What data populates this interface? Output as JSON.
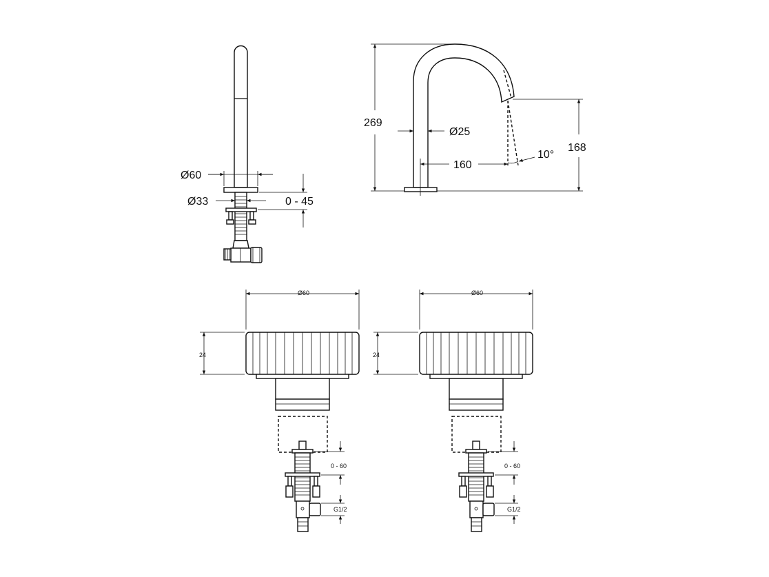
{
  "side_view": {
    "base_diameter": "Ø60",
    "shank_diameter": "Ø33",
    "deck_thickness": "0 - 45"
  },
  "front_view": {
    "height": "269",
    "spout_diameter": "Ø25",
    "reach": "160",
    "outlet_height": "168",
    "flow_angle": "10°"
  },
  "handle_left": {
    "diameter": "Ø60",
    "height": "24",
    "deck_range": "0 - 60",
    "thread": "G1/2"
  },
  "handle_right": {
    "diameter": "Ø60",
    "height": "24",
    "deck_range": "0 - 60",
    "thread": "G1/2"
  },
  "colors": {
    "line": "#111111",
    "background": "#ffffff"
  }
}
